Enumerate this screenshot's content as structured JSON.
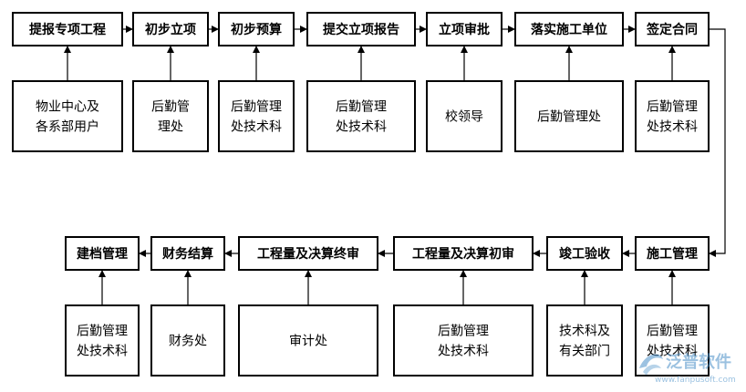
{
  "flow": {
    "top_steps": [
      {
        "label": "提报专项工程",
        "dept": [
          "物业中心及",
          "各系部用户"
        ]
      },
      {
        "label": "初步立项",
        "dept": [
          "后勤管",
          "理处"
        ]
      },
      {
        "label": "初步预算",
        "dept": [
          "后勤管理",
          "处技术科"
        ]
      },
      {
        "label": "提交立项报告",
        "dept": [
          "后勤管理",
          "处技术科"
        ]
      },
      {
        "label": "立项审批",
        "dept": [
          "校领导"
        ]
      },
      {
        "label": "落实施工单位",
        "dept": [
          "后勤管理处"
        ]
      },
      {
        "label": "签定合同",
        "dept": [
          "后勤管理",
          "处技术科"
        ]
      }
    ],
    "bottom_steps": [
      {
        "label": "建档管理",
        "dept": [
          "后勤管理",
          "处技术科"
        ]
      },
      {
        "label": "财务结算",
        "dept": [
          "财务处"
        ]
      },
      {
        "label": "工程量及决算终审",
        "dept": [
          "审计处"
        ]
      },
      {
        "label": "工程量及决算初审",
        "dept": [
          "后勤管理",
          "处技术科"
        ]
      },
      {
        "label": "竣工验收",
        "dept": [
          "技术科及",
          "有关部门"
        ]
      },
      {
        "label": "施工管理",
        "dept": [
          "后勤管理",
          "处技术科"
        ]
      }
    ]
  },
  "watermark": {
    "brand": "泛普软件",
    "url": "www.fanpusoft.com",
    "color": "#4a90c8"
  }
}
